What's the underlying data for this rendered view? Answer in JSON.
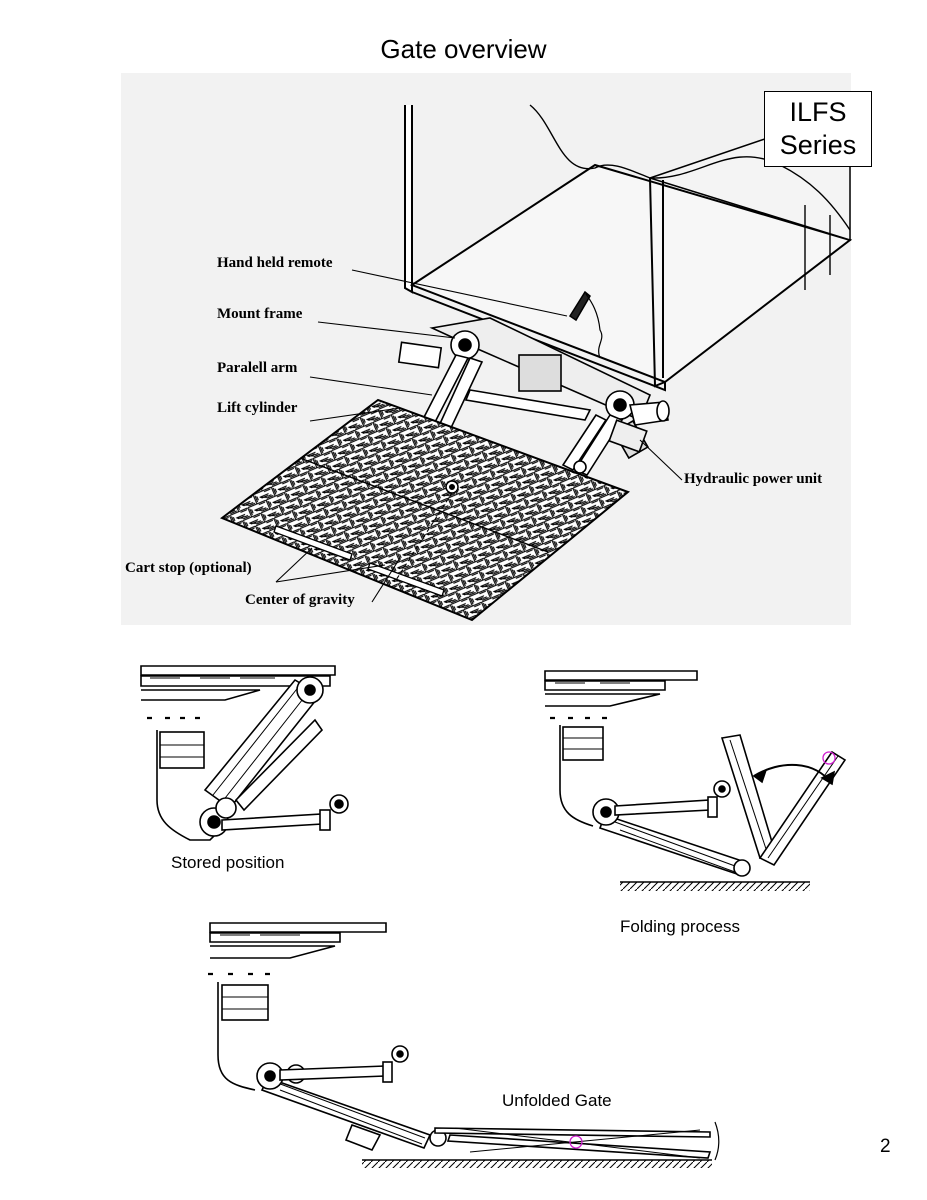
{
  "page": {
    "title": "Gate overview",
    "series_label_line1": "ILFS",
    "series_label_line2": "Series",
    "page_number": "2"
  },
  "callouts": {
    "hand_held_remote": "Hand held remote",
    "mount_frame": "Mount frame",
    "paralell_arm": "Paralell arm",
    "lift_cylinder": "Lift cylinder",
    "hydraulic_power_unit": "Hydraulic power unit",
    "cart_stop": "Cart stop (optional)",
    "center_of_gravity": "Center of gravity"
  },
  "captions": {
    "stored": "Stored position",
    "folding": "Folding process",
    "unfolded": "Unfolded Gate"
  },
  "colors": {
    "ink": "#000000",
    "panel_bg": "#f2f2f2",
    "accent": "#d01fd0"
  }
}
